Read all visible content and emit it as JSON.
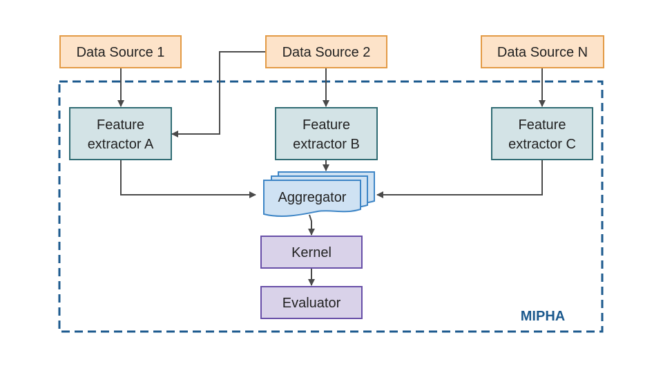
{
  "diagram": {
    "group_label": "MIPHA",
    "sources": {
      "s1": "Data Source 1",
      "s2": "Data Source 2",
      "sn": "Data Source N"
    },
    "extractors": {
      "a_line1": "Feature",
      "a_line2": "extractor A",
      "b_line1": "Feature",
      "b_line2": "extractor B",
      "c_line1": "Feature",
      "c_line2": "extractor C"
    },
    "aggregator": "Aggregator",
    "kernel": "Kernel",
    "evaluator": "Evaluator"
  },
  "colors": {
    "source_fill": "#fde3c9",
    "source_stroke": "#e39a45",
    "extractor_fill": "#d3e3e6",
    "extractor_stroke": "#2f6b73",
    "aggregator_fill": "#cfe2f3",
    "aggregator_stroke": "#3d85c6",
    "purple_fill": "#d9d2e9",
    "purple_stroke": "#674ea7",
    "group_stroke": "#1c5a8e",
    "group_label": "#1c5a8e"
  }
}
